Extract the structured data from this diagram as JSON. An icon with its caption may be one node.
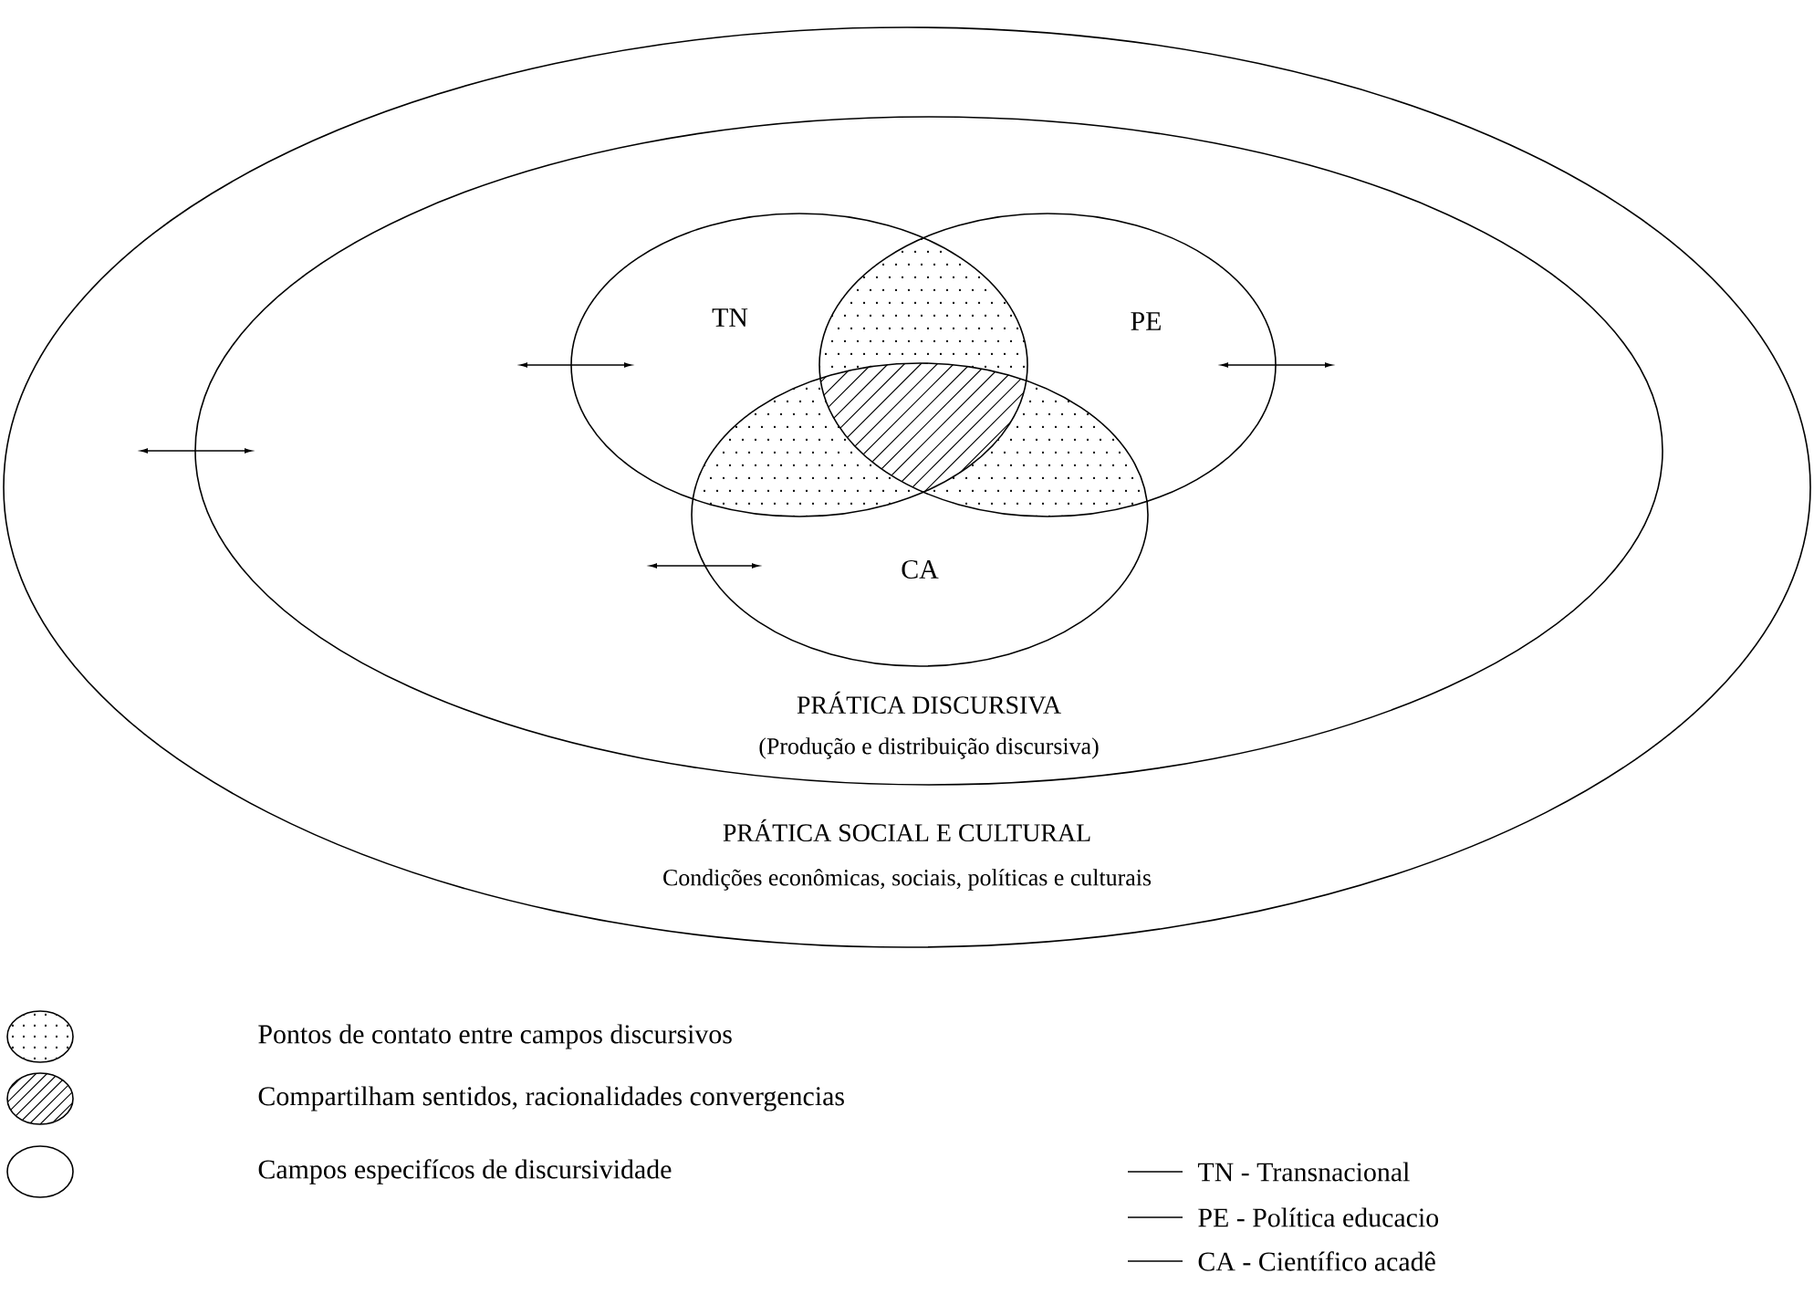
{
  "diagram": {
    "nodes": [
      {
        "text": [
          "PRÁTICA SOCIAL E CULTURAL",
          "Condições econômicas, sociais, políticas e culturais"
        ]
      },
      {
        "text": [
          "PRÁTICA DISCURSIVA",
          "(Produção e distribuição discursiva)"
        ],
        "in": 0
      },
      {
        "text": [
          "TN"
        ],
        "in": 1
      },
      {
        "text": [
          "PE"
        ],
        "in": 1
      },
      {
        "text": [
          "CA"
        ],
        "in": 1
      }
    ],
    "labels": [
      "TN - Transnacional",
      "PE - Política educacio",
      "CA - Científico acadê"
    ],
    "legend": [
      {
        "text": "Pontos de contato entre campos discursivos"
      },
      {
        "text": "Compartilham sentidos, racionalidades convergencias"
      },
      {
        "text": "Campos especifícos de discursividade"
      }
    ]
  }
}
